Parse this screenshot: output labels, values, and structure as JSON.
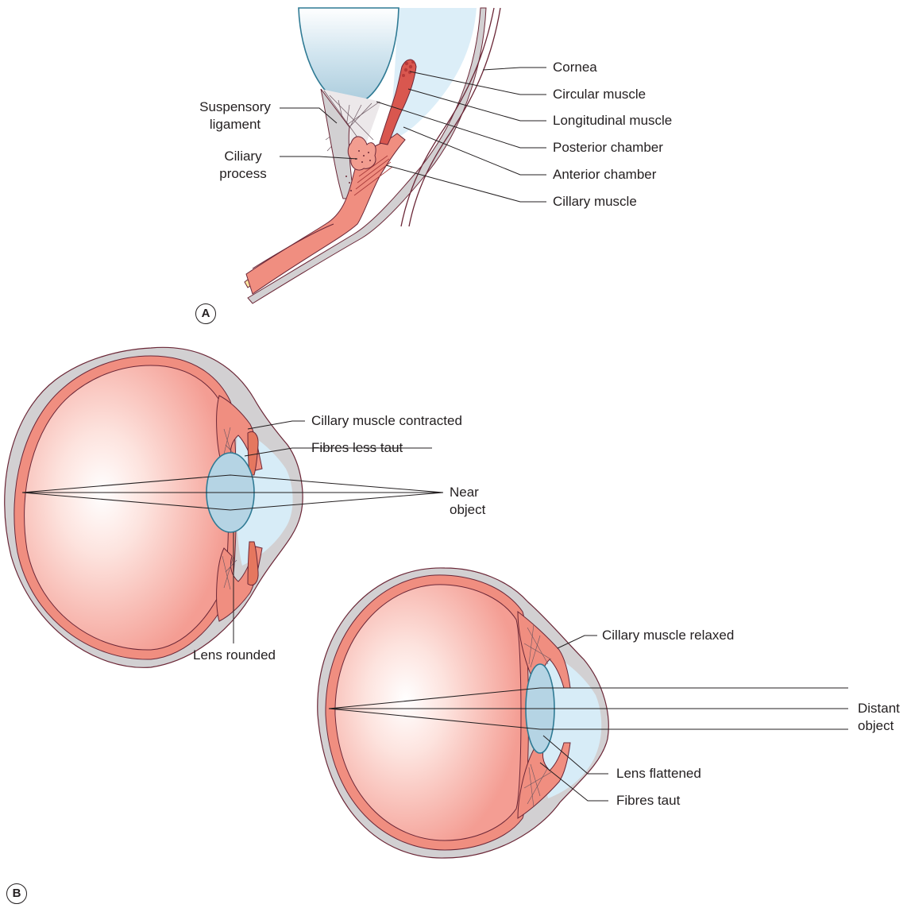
{
  "colors": {
    "outline": "#6b2737",
    "sclera": "#d2d0d2",
    "choroid": "#f08e80",
    "retina_fill": "#f8b2a8",
    "aqueous": "#d7ecf7",
    "lens": "#b5d4e4",
    "lens_outline": "#2f7a94",
    "muscle": "#d9574f",
    "iris": "#e5775f",
    "yellow": "#f4c43c",
    "leader": "#231f20"
  },
  "panel_a": {
    "badge": "A",
    "labels": {
      "suspensory_ligament": [
        "Suspensory",
        "ligament"
      ],
      "ciliary_process": [
        "Ciliary",
        "process"
      ],
      "cornea": "Cornea",
      "circular_muscle": "Circular muscle",
      "longitudinal_muscle": "Longitudinal muscle",
      "posterior_chamber": "Posterior chamber",
      "anterior_chamber": "Anterior chamber",
      "cillary_muscle": "Cillary muscle"
    }
  },
  "panel_b": {
    "badge": "B",
    "near": {
      "cillary_muscle_contracted": "Cillary muscle contracted",
      "fibres_less_taut": "Fibres less taut",
      "object": [
        "Near",
        "object"
      ],
      "lens_rounded": "Lens rounded"
    },
    "far": {
      "cillary_muscle_relaxed": "Cillary muscle relaxed",
      "object": [
        "Distant",
        "object"
      ],
      "lens_flattened": "Lens flattened",
      "fibres_taut": "Fibres taut"
    }
  }
}
